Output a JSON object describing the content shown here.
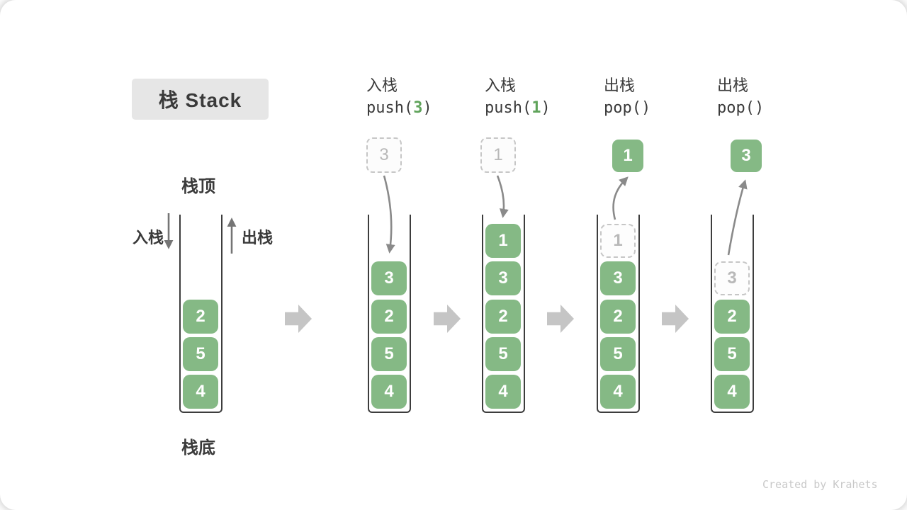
{
  "title": "栈 Stack",
  "labels": {
    "stack_top": "栈顶",
    "stack_bottom": "栈底",
    "push_side": "入栈",
    "pop_side": "出栈"
  },
  "operations": [
    {
      "action": "入栈",
      "fn": "push(",
      "arg": "3",
      "close": ")"
    },
    {
      "action": "入栈",
      "fn": "push(",
      "arg": "1",
      "close": ")"
    },
    {
      "action": "出栈",
      "fn": "pop(",
      "arg": "",
      "close": ")"
    },
    {
      "action": "出栈",
      "fn": "pop(",
      "arg": "",
      "close": ")"
    }
  ],
  "stacks": [
    {
      "name": "initial-stack",
      "floating": null,
      "items": [
        {
          "value": "2",
          "style": "solid"
        },
        {
          "value": "5",
          "style": "solid"
        },
        {
          "value": "4",
          "style": "solid"
        }
      ]
    },
    {
      "name": "after-push-3",
      "floating": {
        "value": "3",
        "style": "dashed"
      },
      "items": [
        {
          "value": "3",
          "style": "solid"
        },
        {
          "value": "2",
          "style": "solid"
        },
        {
          "value": "5",
          "style": "solid"
        },
        {
          "value": "4",
          "style": "solid"
        }
      ]
    },
    {
      "name": "after-push-1",
      "floating": {
        "value": "1",
        "style": "dashed"
      },
      "items": [
        {
          "value": "1",
          "style": "solid"
        },
        {
          "value": "3",
          "style": "solid"
        },
        {
          "value": "2",
          "style": "solid"
        },
        {
          "value": "5",
          "style": "solid"
        },
        {
          "value": "4",
          "style": "solid"
        }
      ]
    },
    {
      "name": "after-pop-1",
      "floating": {
        "value": "1",
        "style": "solid"
      },
      "items": [
        {
          "value": "1",
          "style": "ghost"
        },
        {
          "value": "3",
          "style": "solid"
        },
        {
          "value": "2",
          "style": "solid"
        },
        {
          "value": "5",
          "style": "solid"
        },
        {
          "value": "4",
          "style": "solid"
        }
      ]
    },
    {
      "name": "after-pop-3",
      "floating": {
        "value": "3",
        "style": "solid"
      },
      "items": [
        {
          "value": "3",
          "style": "ghost"
        },
        {
          "value": "2",
          "style": "solid"
        },
        {
          "value": "5",
          "style": "solid"
        },
        {
          "value": "4",
          "style": "solid"
        }
      ]
    }
  ],
  "watermark": "Created by Krahets",
  "colors": {
    "item_green": "#85b985",
    "arg_green": "#5fa35a",
    "text_dark": "#3a3a3a",
    "arrow_gray": "#8a8a8a",
    "block_arrow_gray": "#c5c5c5",
    "ghost_gray": "#c6c6c6",
    "title_bg": "#e6e6e6",
    "watermark_gray": "#c9c9c9"
  }
}
